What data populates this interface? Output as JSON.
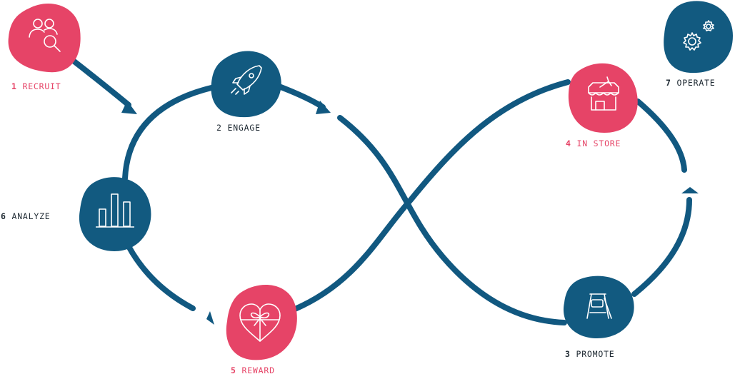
{
  "colors": {
    "path": "#115880",
    "blob_blue": "#125a80",
    "blob_pink": "#e64467",
    "label_pink": "#e64467",
    "label_dark": "#1f2a33"
  },
  "steps": [
    {
      "num": "1",
      "label": "RECRUIT",
      "color": "pink",
      "icon": "people-search-icon"
    },
    {
      "num": "2",
      "label": "ENGAGE",
      "color": "blue",
      "icon": "rocket-icon"
    },
    {
      "num": "3",
      "label": "PROMOTE",
      "color": "blue",
      "icon": "sign-board-icon"
    },
    {
      "num": "4",
      "label": "IN STORE",
      "color": "pink",
      "icon": "storefront-icon"
    },
    {
      "num": "5",
      "label": "REWARD",
      "color": "pink",
      "icon": "gift-heart-icon"
    },
    {
      "num": "6",
      "label": "ANALYZE",
      "color": "blue",
      "icon": "bar-chart-icon"
    },
    {
      "num": "7",
      "label": "OPERATE",
      "color": "blue",
      "icon": "gears-icon"
    }
  ]
}
